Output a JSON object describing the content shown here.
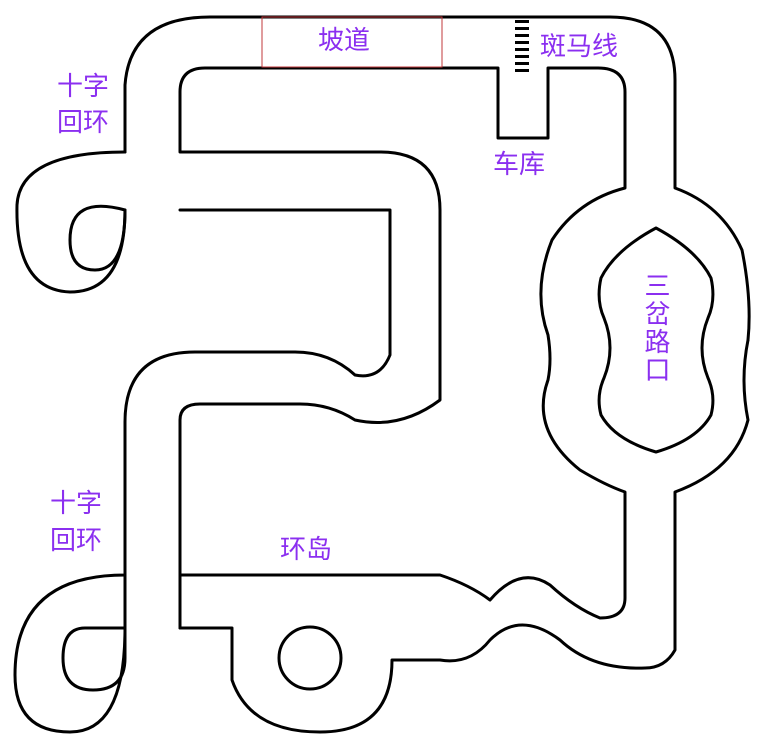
{
  "labels": {
    "ramp": "坡道",
    "zebra": "斑马线",
    "garage": "车库",
    "cross_top_line1": "十字",
    "cross_top_line2": "回环",
    "cross_bottom_line1": "十字",
    "cross_bottom_line2": "回环",
    "roundabout": "环岛",
    "fork": "三岔路口"
  },
  "colors": {
    "label": "#8b2ff0",
    "track_line": "#000000",
    "ramp_box": "#c0393b",
    "background": "#ffffff"
  }
}
